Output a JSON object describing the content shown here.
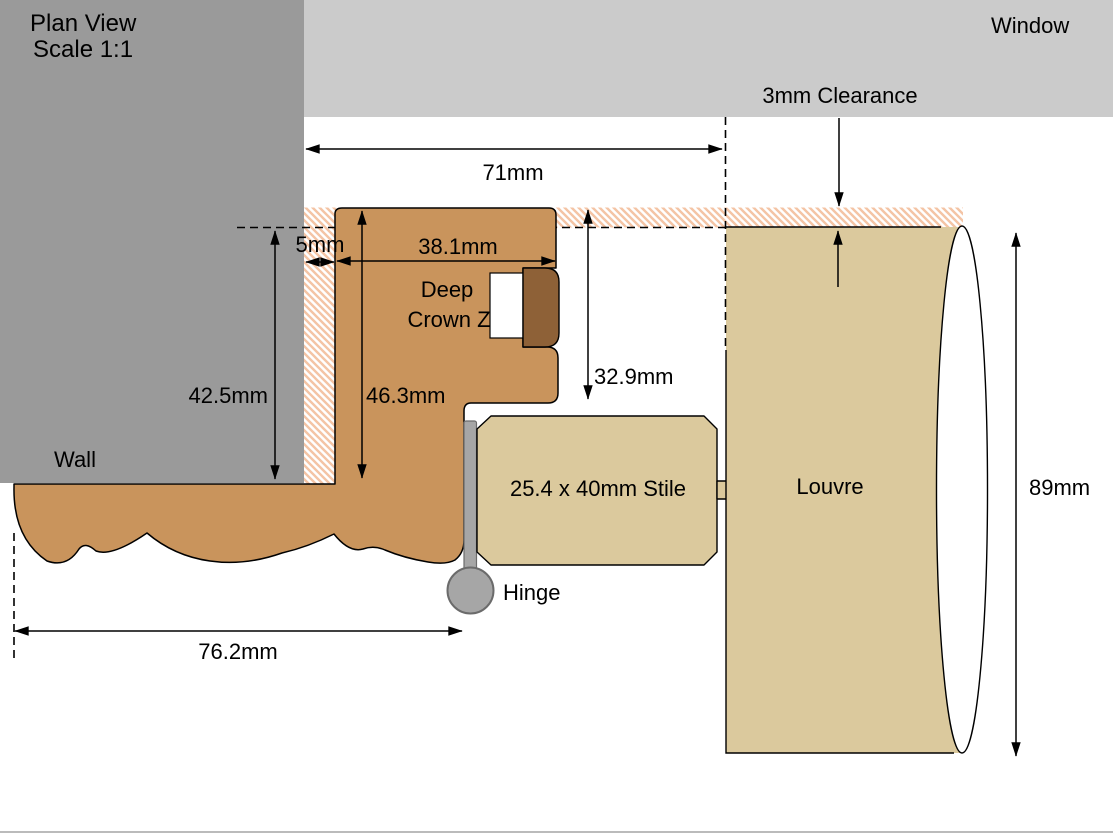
{
  "page": {
    "title_line1": "Plan View",
    "title_line2": "Scale 1:1"
  },
  "labels": {
    "window": "Window",
    "wall": "Wall",
    "clearance": "3mm Clearance",
    "frame_line1": "Deep",
    "frame_line2": "Crown Z",
    "stile": "25.4 x 40mm Stile",
    "louvre": "Louvre",
    "hinge": "Hinge"
  },
  "dimensions": {
    "frame_to_window": "71mm",
    "wall_to_frame_gap": "5mm",
    "frame_face_width": "38.1mm",
    "wall_return_depth": "42.5mm",
    "frame_depth": "46.3mm",
    "frame_projection": "32.9mm",
    "louvre_depth": "89mm",
    "architrave_width": "76.2mm"
  },
  "colors": {
    "wall": "#9a9a9a",
    "window": "#cbcbcb",
    "frame": "#c9945c",
    "stile": "#dbc99d",
    "clip": "#8e6137",
    "hinge": "#a6a6a6",
    "hingeline": "#6b6b6b",
    "hatch": "#f4c4a5"
  }
}
